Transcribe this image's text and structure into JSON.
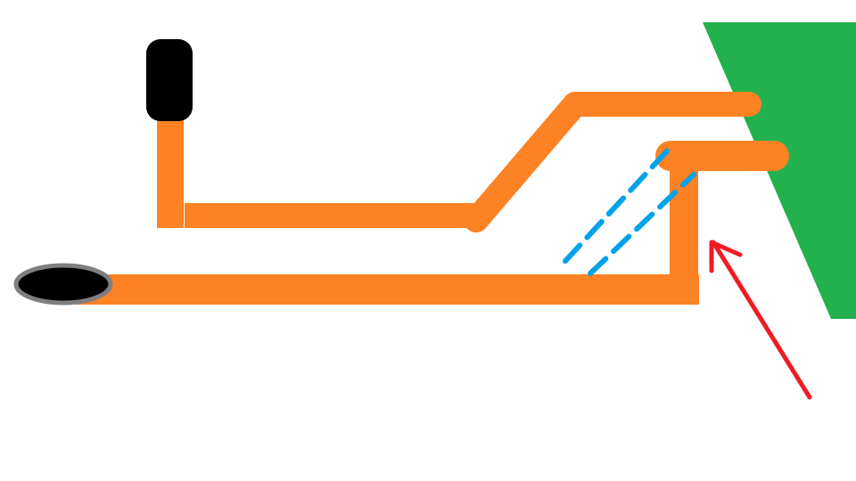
{
  "colors": {
    "background": "#ffffff",
    "wire": "#fd8224",
    "terminal_black": "#000000",
    "ring_outline": "#7f7f7f",
    "dashed_lines": "#00a2e8",
    "arrow": "#ed1c24",
    "green_shape": "#22b14c"
  },
  "icons": {
    "terminal_top": "black-rounded-rectangle",
    "terminal_left": "black-ellipse-with-gray-outline",
    "arrow": "red-arrow-pointing-up-left",
    "green_block": "green-wedge-shape"
  }
}
